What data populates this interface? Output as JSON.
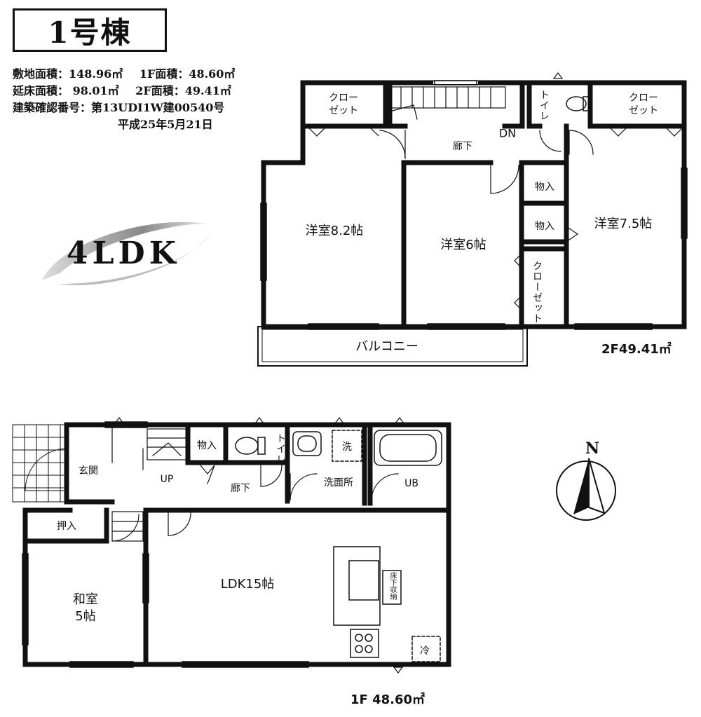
{
  "building": "1号棟",
  "info": {
    "line1": [
      "敷地面積：148.96㎡",
      "1F面積：48.60㎡"
    ],
    "line2": [
      "延床面積： 98.01㎡",
      "2F面積：49.41㎡"
    ],
    "line3": "建築確認番号：第13UDI1W建00540号",
    "line4": "平成25年5月21日"
  },
  "layout_type": "4LDK",
  "floor2": {
    "area_label": "2F49.41㎡",
    "rooms": {
      "closet_left": "クロー\nゼット",
      "toilet": "トイレ",
      "closet_right": "クロー\nゼット",
      "hallway": "廊下",
      "dn": "DN",
      "room1": "洋室8.2帖",
      "room2": "洋室6帖",
      "storage1": "物入",
      "storage2": "物入",
      "room3": "洋室7.5帖",
      "closet_vertical": "クローゼット",
      "balcony": "バルコニー"
    }
  },
  "floor1": {
    "area_label": "1F 48.60㎡",
    "rooms": {
      "entrance": "玄関",
      "up": "UP",
      "storage": "物入",
      "toilet": "トイレ",
      "washer": "洗",
      "washroom": "洗面所",
      "bath": "UB",
      "hallway": "廊下",
      "closet": "押入",
      "tatami": "和室\n5帖",
      "ldk": "LDK15帖",
      "underfloor": "床下収納",
      "fridge": "冷"
    }
  },
  "compass": "N"
}
